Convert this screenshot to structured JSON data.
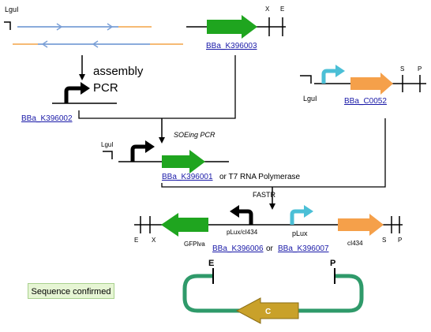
{
  "labels": {
    "lgul_top": "LguI",
    "lgul_mid": "LguI",
    "lgul_right": "LguI",
    "x_top": "X",
    "e_top": "E",
    "assembly": "assembly",
    "pcr": "PCR",
    "soeing_pcr": "SOEing  PCR",
    "or_t7": "or T7 RNA Polymerase",
    "fastr": "FASTR",
    "s_right": "S",
    "p_right": "P",
    "e_bottom": "E",
    "x_bottom": "X",
    "gfplva": "GFPlva",
    "plux_cl434": "pLux/cI434",
    "plux": "pLux",
    "cl434": "cI434",
    "s_bottom": "S",
    "p_bottom": "P",
    "or_between": "or",
    "plasmid_e": "E",
    "plasmid_p": "P",
    "plasmid_c": "C"
  },
  "links": {
    "k396003": "BBa_K396003",
    "k396002": "BBa_K396002",
    "c0052": "BBa_C0052",
    "k396001": "BBa_K396001",
    "k396006": "BBa_K396006",
    "k396007": "BBa_K396007"
  },
  "status": {
    "sequence_confirmed": "Sequence confirmed"
  },
  "colors": {
    "green_part": "#1fa51f",
    "orange_part": "#f5a04a",
    "cyan_promoter": "#4bbfd6",
    "primer_blue": "#7a9fd6",
    "primer_orange": "#f5b060",
    "plasmid_ring": "#2f9a6a",
    "plasmid_arrow": "#c9a12a"
  }
}
